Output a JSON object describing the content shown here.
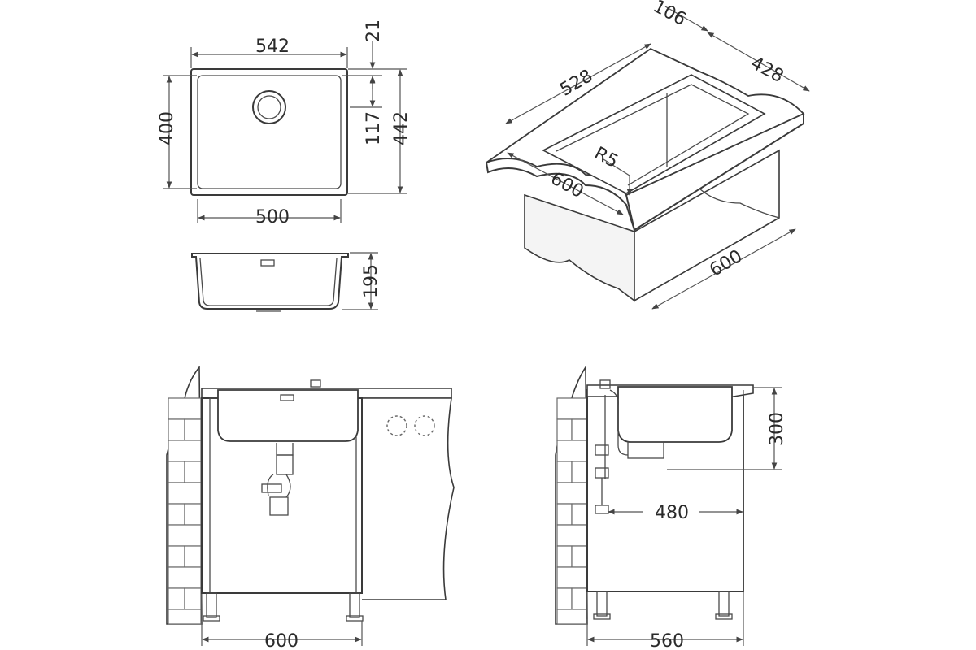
{
  "colors": {
    "line": "#3a3a3a",
    "background": "#ffffff"
  },
  "top_view": {
    "width_outer": "542",
    "rim": "21",
    "height_bowl": "400",
    "offset_drain": "117",
    "height_outer": "442",
    "width_bowl": "500"
  },
  "side_view": {
    "depth": "195"
  },
  "iso_view": {
    "d106": "106",
    "d528": "528",
    "d428": "428",
    "radius": "R5",
    "d600_top": "600",
    "d600_side": "600"
  },
  "front_view": {
    "cabinet_width": "600"
  },
  "section_view": {
    "height": "300",
    "drain_offset": "480",
    "depth": "560"
  }
}
